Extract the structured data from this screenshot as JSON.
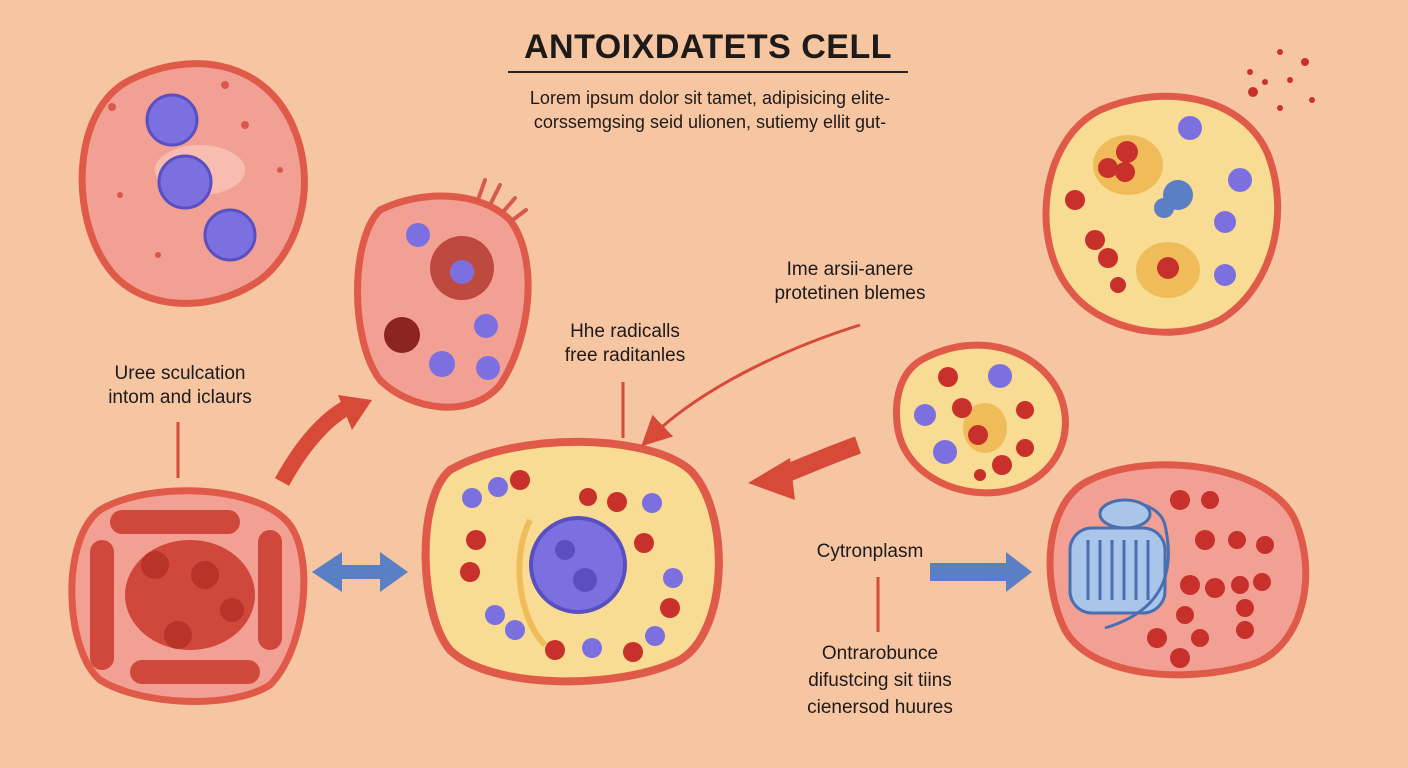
{
  "title": "ANTOIXDATETS CELL",
  "subtitle_lines": [
    "Lorem ipsum dolor sit tamet, adipisicing elite-",
    "corssemgsing seid ulionen, sutiemy ellit gut-"
  ],
  "labels": {
    "left_1": "Uree sculcation",
    "left_2": "intom and iclaurs",
    "radicals_1": "Hhe radicalls",
    "radicals_2": "free raditanles",
    "enzyme_1": "Ime arsii-anere",
    "enzyme_2": "protetinen blemes",
    "cytoplasm": "Cytronplasm",
    "bottom_1": "Ontrarobunce",
    "bottom_2": "difustcing sit tiins",
    "bottom_3": "cienersod huures"
  },
  "colors": {
    "background": "#f6c6a2",
    "cell_border": "#e05a4a",
    "cell_pink": "#f2a093",
    "cytoplasm_yellow": "#f8dc93",
    "nucleus_blue": "#7c70e0",
    "organelle_red": "#c8302c",
    "arrow_red": "#d84a38",
    "arrow_blue": "#5a7fc4"
  }
}
